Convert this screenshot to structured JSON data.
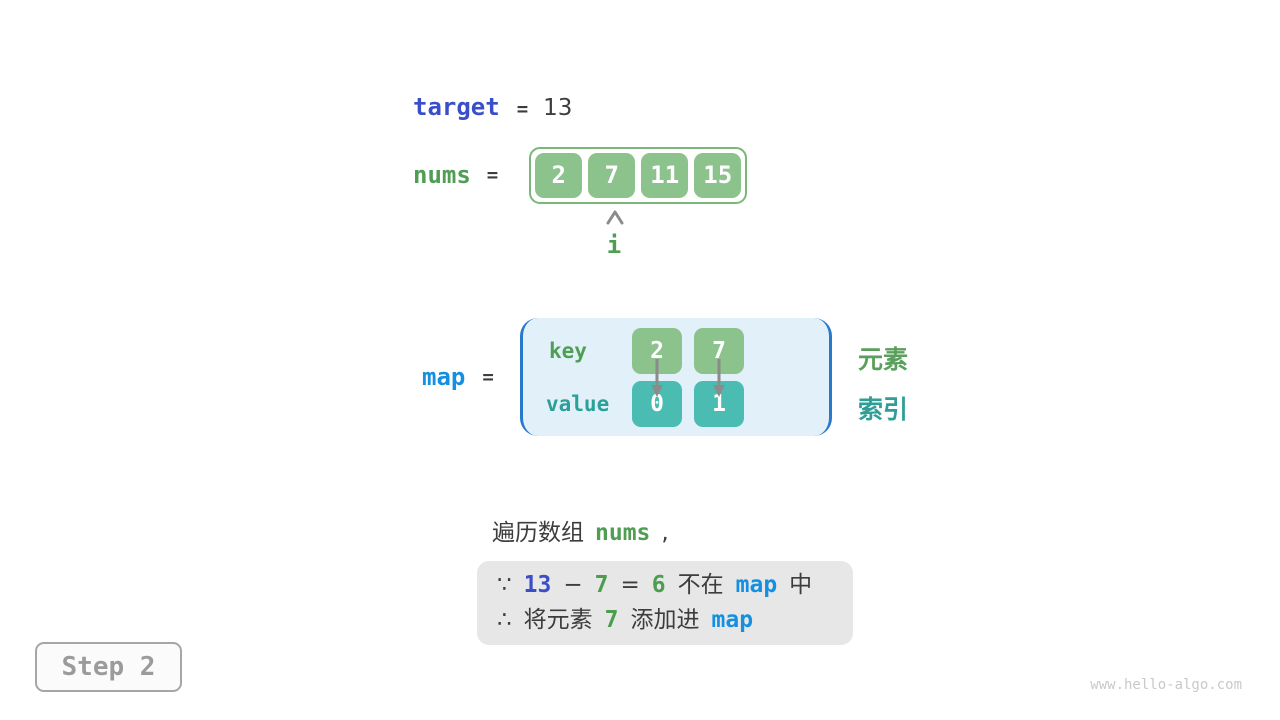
{
  "colors": {
    "royal_blue": "#3b4ec9",
    "azure_blue": "#1590e0",
    "green_text": "#4f9e53",
    "teal_text": "#2aa098",
    "array_cell_green": "#8cc28c",
    "value_cell_teal": "#4bbcb2",
    "map_container_fill": "#e2f0fa",
    "map_bracket_blue": "#2979cb",
    "note_box_gray": "#e7e7e7",
    "dark_text": "#3d3d3d",
    "arrow_gray": "#8b8b8b"
  },
  "target": {
    "label": "target",
    "equals": "=",
    "value": "13"
  },
  "nums": {
    "label": "nums",
    "equals": "=",
    "values": [
      "2",
      "7",
      "11",
      "15"
    ],
    "pointer_label": "i",
    "pointer_index": 1
  },
  "map": {
    "label": "map",
    "equals": "=",
    "key_row_label": "key",
    "value_row_label": "value",
    "keys": [
      "2",
      "7"
    ],
    "values": [
      "0",
      "1"
    ],
    "element_label": "元素",
    "index_label": "索引"
  },
  "caption": {
    "prefix": "遍历数组",
    "array_ref": "nums",
    "comma": ","
  },
  "note": {
    "line1": {
      "because_symbol": "∵",
      "target_value": "13",
      "minus": "−",
      "current_value": "7",
      "equals": "=",
      "difference": "6",
      "not_in_text": "不在",
      "map_ref": "map",
      "in_text": "中"
    },
    "line2": {
      "therefore_symbol": "∴",
      "add_prefix_text": "将元素",
      "value": "7",
      "add_suffix_text": "添加进",
      "map_ref": "map"
    }
  },
  "step_badge": "Step 2",
  "watermark": "www.hello-algo.com"
}
